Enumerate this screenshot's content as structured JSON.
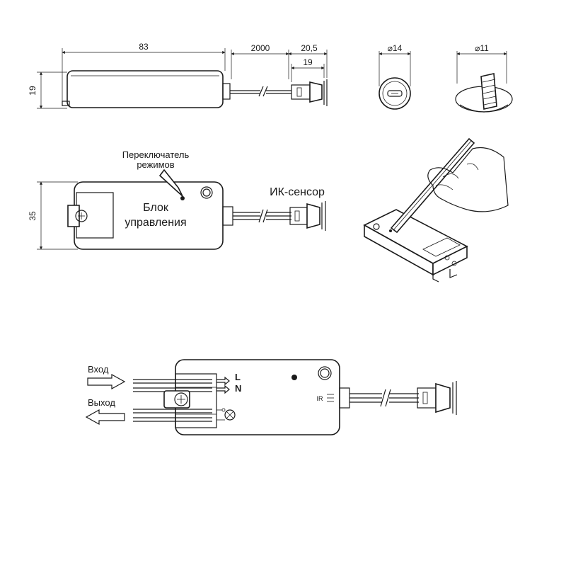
{
  "dimensions": {
    "length": "83",
    "cable_length": "2000",
    "sensor_length": "20,5",
    "sensor_body": "19",
    "height": "19",
    "width": "35",
    "sensor_diameter": "⌀14",
    "hole_diameter": "⌀11"
  },
  "labels": {
    "mode_switch_line1": "Переключатель",
    "mode_switch_line2": "режимов",
    "control_unit_line1": "Блок",
    "control_unit_line2": "управления",
    "ir_sensor": "ИК-сенсор"
  },
  "wiring": {
    "input": "Вход",
    "output": "Выход",
    "terminal_l": "L",
    "terminal_n": "N",
    "ir_mark": "IR"
  }
}
